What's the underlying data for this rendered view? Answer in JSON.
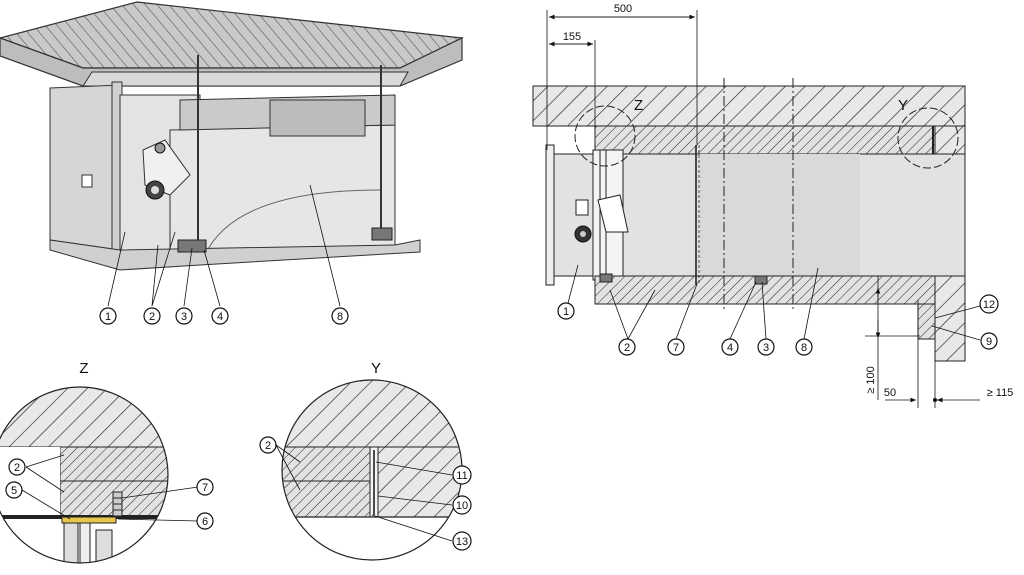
{
  "overview_callouts": {
    "c1": "1",
    "c2": "2",
    "c3": "3",
    "c4": "4",
    "c8": "8"
  },
  "section_callouts": {
    "c1": "1",
    "c2": "2",
    "c7": "7",
    "c4": "4",
    "c3": "3",
    "c8": "8",
    "c12": "12",
    "c9": "9"
  },
  "section_marks": {
    "z": "Z",
    "y": "Y"
  },
  "dimensions": {
    "d500": "500",
    "d155": "155",
    "d100": "≥ 100",
    "d50": "50",
    "d115": "≥ 115"
  },
  "detail_z": {
    "title": "Z",
    "c2": "2",
    "c5": "5",
    "c7": "7",
    "c6": "6"
  },
  "detail_y": {
    "title": "Y",
    "c2": "2",
    "c11": "11",
    "c10": "10",
    "c13": "13"
  }
}
